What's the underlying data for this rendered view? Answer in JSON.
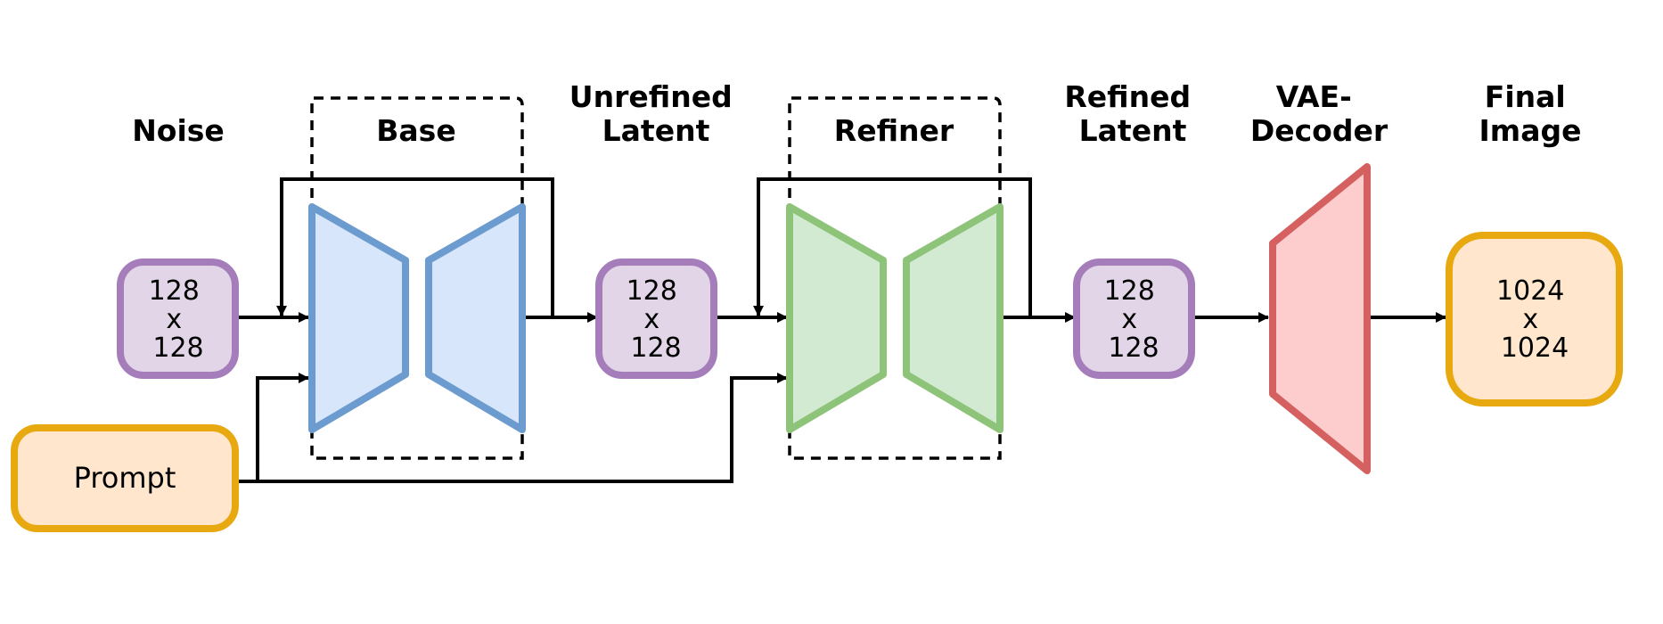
{
  "labels": {
    "noise": [
      "Noise"
    ],
    "base": [
      "Base"
    ],
    "unrefined_latent": [
      "Unrefined",
      "Latent"
    ],
    "refiner": [
      "Refiner"
    ],
    "refined_latent": [
      "Refined",
      "Latent"
    ],
    "vae_decoder": [
      "VAE-",
      "Decoder"
    ],
    "final_image": [
      "Final",
      "Image"
    ]
  },
  "boxes": {
    "noise_latent": [
      "128",
      "x",
      "128"
    ],
    "unrefined_latent": [
      "128",
      "x",
      "128"
    ],
    "refined_latent": [
      "128",
      "x",
      "128"
    ],
    "final_image": [
      "1024",
      "x",
      "1024"
    ],
    "prompt": "Prompt"
  },
  "colors": {
    "latent_fill": "#e1d5e7",
    "latent_stroke": "#a57dbb",
    "base_fill": "#d8e6fb",
    "base_stroke": "#6c9ccf",
    "refiner_fill": "#d2ead1",
    "refiner_stroke": "#8dc479",
    "vae_fill": "#fdcccc",
    "vae_stroke": "#d56060",
    "output_fill": "#ffe6cc",
    "output_stroke": "#e8a80f"
  }
}
